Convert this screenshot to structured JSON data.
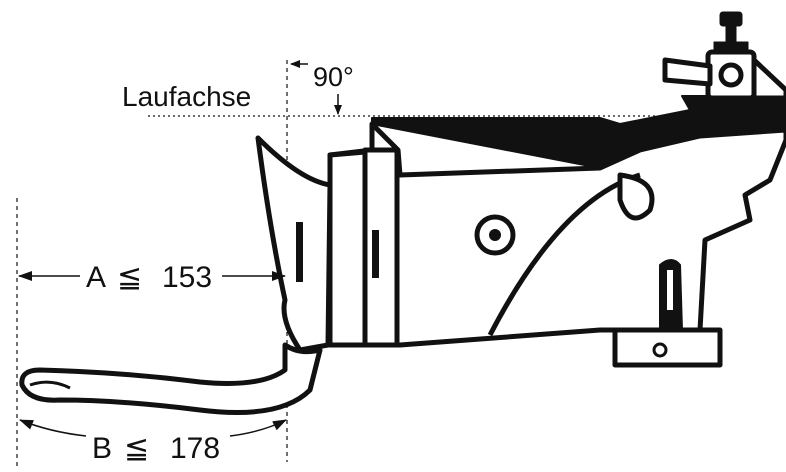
{
  "axis_label": "Laufachse",
  "angle_label": "90°",
  "dimension_a": {
    "letter": "A",
    "relation": "≦",
    "value": "153"
  },
  "dimension_b": {
    "letter": "B",
    "relation": "≦",
    "value": "178"
  },
  "colors": {
    "ink": "#111111",
    "paper": "#ffffff"
  }
}
